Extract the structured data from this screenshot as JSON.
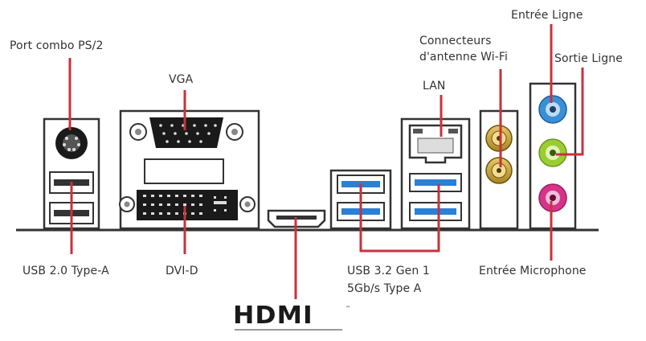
{
  "labels": {
    "ps2": "Port combo PS/2",
    "vga": "VGA",
    "usb20": "USB 2.0 Type-A",
    "dvid": "DVI-D",
    "wifi_line1": "Connecteurs",
    "wifi_line2": "d'antenne Wi-Fi",
    "lan": "LAN",
    "line_in": "Entrée Ligne",
    "line_out": "Sortie Ligne",
    "usb32_line1": "USB 3.2 Gen 1",
    "usb32_line2": "5Gb/s Type A",
    "mic": "Entrée Microphone",
    "hdmi_logo": "HDMI",
    "hdmi_tm": "™"
  },
  "colors": {
    "leader": "#c8323c",
    "outline": "#333333",
    "usb3_blue": "#2a7fd6",
    "audio_blue": "#3a8fd6",
    "audio_green": "#9acd32",
    "audio_pink": "#d6338a",
    "antenna_gold": "#c8a23c"
  }
}
